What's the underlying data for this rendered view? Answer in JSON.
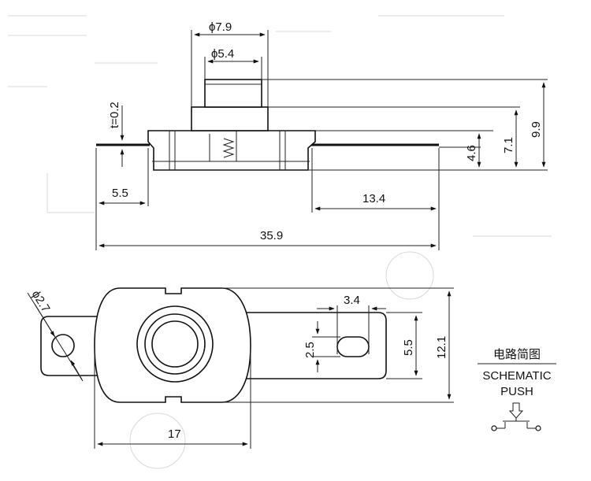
{
  "top_view": {
    "dims": {
      "phi_outer": "ϕ7.9",
      "phi_inner": "ϕ5.4",
      "thickness": "t=0.2",
      "left_offset": "5.5",
      "right_offset": "13.4",
      "total_length": "35.9",
      "height_4_6": "4.6",
      "height_7_1": "7.1",
      "height_9_9": "9.9"
    }
  },
  "bottom_view": {
    "dims": {
      "hole_dia": "ϕ2.7",
      "slot_length": "3.4",
      "slot_width": "2.5",
      "tab_height": "5.5",
      "body_height": "12.1",
      "body_width": "17"
    }
  },
  "schematic": {
    "title_cn": "电路简图",
    "title_en": "SCHEMATIC",
    "subtitle": "PUSH"
  }
}
